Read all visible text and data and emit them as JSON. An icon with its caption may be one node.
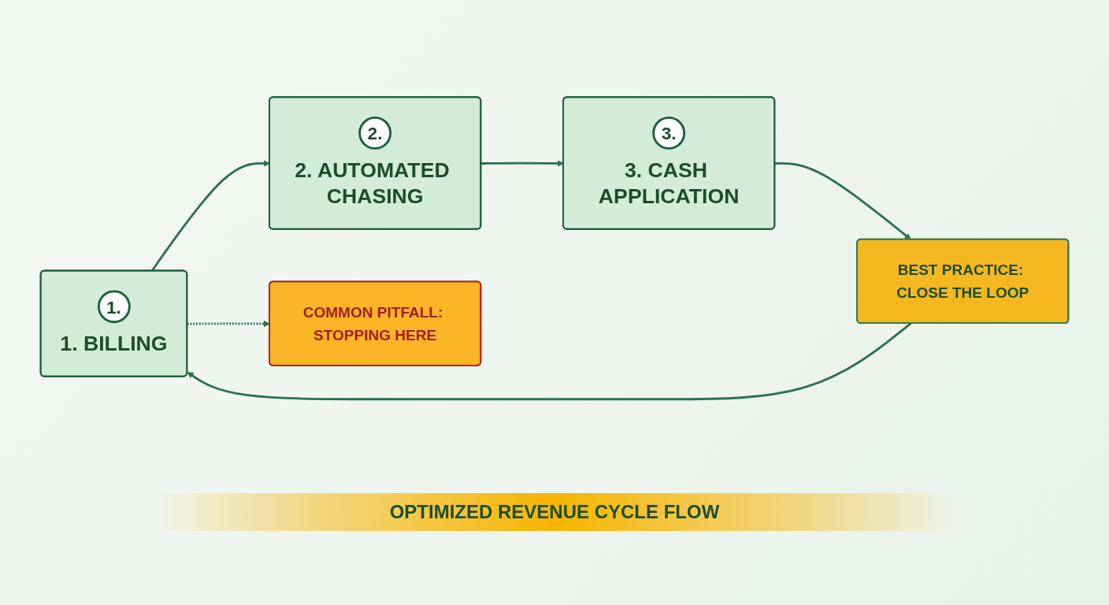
{
  "diagram": {
    "caption": "OPTIMIZED REVENUE CYCLE FLOW",
    "nodes": [
      {
        "text": [
          "1.",
          "1. BILLING"
        ]
      },
      {
        "text": [
          "2.",
          "2. AUTOMATED CHASING"
        ]
      },
      {
        "text": [
          "3.",
          "3. CASH APPLICATION"
        ]
      },
      {
        "text": [
          "COMMON PITFALL: STOPPING HERE"
        ]
      },
      {
        "text": [
          "BEST PRACTICE: CLOSE THE LOOP"
        ]
      }
    ],
    "edges": [
      {
        "from": 0,
        "to": 1,
        "arrow": "to"
      },
      {
        "from": 1,
        "to": 2,
        "arrow": "to"
      },
      {
        "from": 0,
        "to": 3,
        "arrow": "to",
        "style": "dashed"
      },
      {
        "from": 2,
        "to": 4,
        "arrow": "to"
      },
      {
        "from": 4,
        "to": 0,
        "arrow": "to"
      }
    ]
  }
}
